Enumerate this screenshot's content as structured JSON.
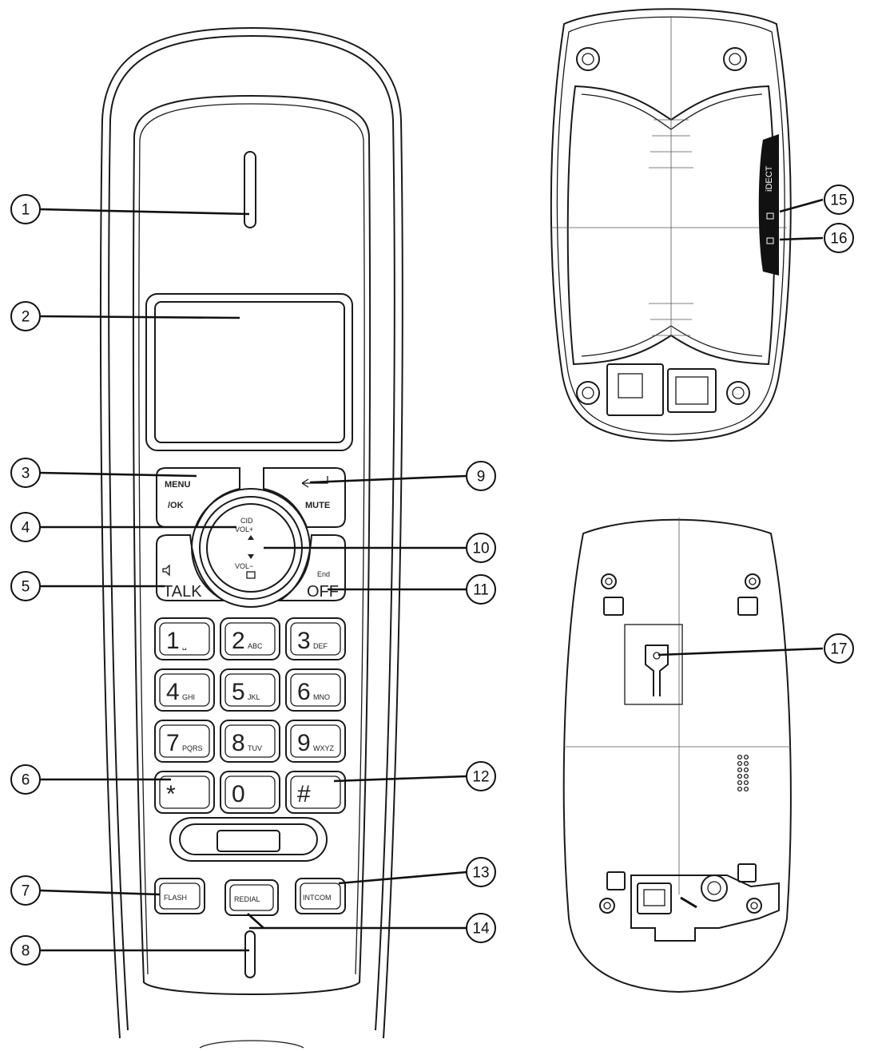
{
  "callouts": [
    {
      "id": "1",
      "label": "①"
    },
    {
      "id": "2",
      "label": "②"
    },
    {
      "id": "3",
      "label": "③"
    },
    {
      "id": "4",
      "label": "④"
    },
    {
      "id": "5",
      "label": "⑤"
    },
    {
      "id": "6",
      "label": "⑥"
    },
    {
      "id": "7",
      "label": "⑦"
    },
    {
      "id": "8",
      "label": "⑧"
    },
    {
      "id": "9",
      "label": "⑨"
    },
    {
      "id": "10",
      "label": "⑩"
    },
    {
      "id": "11",
      "label": "⑪"
    },
    {
      "id": "12",
      "label": "⑫"
    },
    {
      "id": "13",
      "label": "⑬"
    },
    {
      "id": "14",
      "label": "⑭"
    },
    {
      "id": "15",
      "label": "⑮"
    },
    {
      "id": "16",
      "label": "⑯"
    },
    {
      "id": "17",
      "label": "⑰"
    }
  ],
  "buttons": {
    "menu_top": "MENU",
    "menu_bottom": "/OK",
    "mute": "MUTE",
    "cid": "CID",
    "vol_up": "VOL+",
    "vol_down": "VOL−",
    "talk": "TALK",
    "end": "End",
    "off": "OFF",
    "flash": "FLASH",
    "redial": "REDIAL",
    "intcom": "INTCOM"
  },
  "keypad": [
    {
      "digit": "1",
      "letters": "␣"
    },
    {
      "digit": "2",
      "letters": "ABC"
    },
    {
      "digit": "3",
      "letters": "DEF"
    },
    {
      "digit": "4",
      "letters": "GHI"
    },
    {
      "digit": "5",
      "letters": "JKL"
    },
    {
      "digit": "6",
      "letters": "MNO"
    },
    {
      "digit": "7",
      "letters": "PQRS"
    },
    {
      "digit": "8",
      "letters": "TUV"
    },
    {
      "digit": "9",
      "letters": "WXYZ"
    },
    {
      "digit": "*",
      "letters": ""
    },
    {
      "digit": "0",
      "letters": ""
    },
    {
      "digit": "#",
      "letters": ""
    }
  ],
  "side_label": "iDECT"
}
